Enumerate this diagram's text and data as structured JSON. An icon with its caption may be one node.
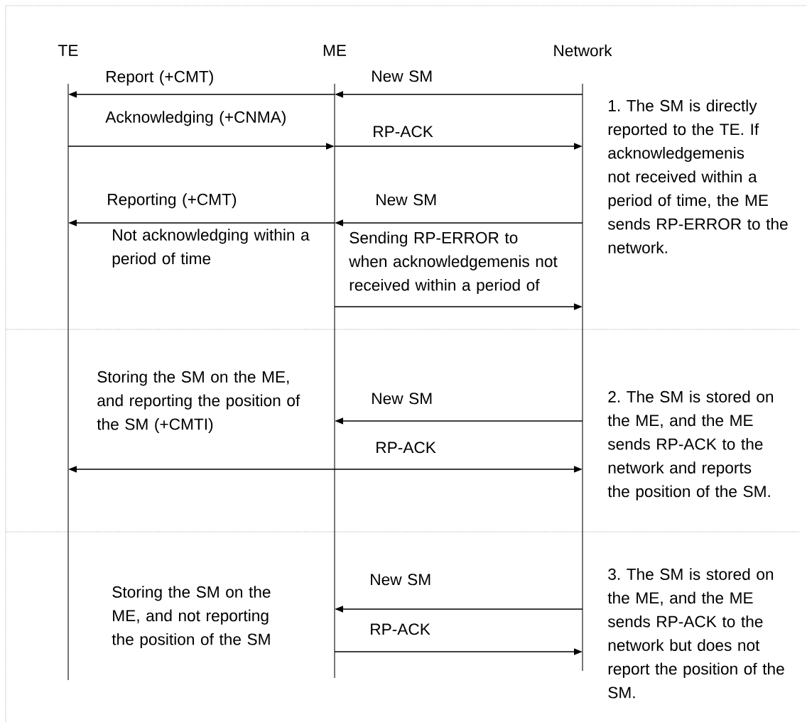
{
  "diagram": {
    "nodes": [
      {
        "text": [
          "TE"
        ]
      },
      {
        "text": [
          "ME"
        ]
      },
      {
        "text": [
          "Network"
        ]
      }
    ],
    "edges": [
      {
        "from": 1,
        "to": 0,
        "arrow": "to",
        "label": "Report (+CMT)"
      },
      {
        "from": 2,
        "to": 1,
        "arrow": "to",
        "label": "New SM"
      },
      {
        "from": 0,
        "to": 1,
        "arrow": "to",
        "label": "Acknowledging (+CNMA)"
      },
      {
        "from": 1,
        "to": 2,
        "arrow": "to",
        "label": "RP-ACK"
      },
      {
        "from": 1,
        "to": 0,
        "arrow": "to",
        "label": "Reporting (+CMT)"
      },
      {
        "from": 2,
        "to": 1,
        "arrow": "to",
        "label": "New SM"
      },
      {
        "from": 1,
        "to": 2,
        "arrow": "to",
        "label": "Sending RP-ERROR to when acknowledgemenis not received within a period of"
      },
      {
        "from": 2,
        "to": 1,
        "arrow": "to",
        "label": "New SM"
      },
      {
        "from": 1,
        "to": 0,
        "arrow": "to"
      },
      {
        "from": 1,
        "to": 2,
        "arrow": "to",
        "label": "RP-ACK"
      },
      {
        "from": 2,
        "to": 1,
        "arrow": "to",
        "label": "New SM"
      },
      {
        "from": 1,
        "to": 2,
        "arrow": "to",
        "label": "RP-ACK"
      }
    ],
    "labels": [
      "1. The SM is directly reported to the TE. If acknowledgemenis not received within a period of time, the ME sends RP-ERROR to the network.",
      "Not acknowledging within a period of time",
      "Storing the SM on the ME, and reporting the position of the SM (+CMTI)",
      "2. The SM is stored on the ME, and the ME sends RP-ACK to the network and reports the position of the SM.",
      "3. The SM is stored on the ME, and the ME sends RP-ACK to the network but does not report the position of the SM.",
      "Storing the SM on the ME, and not reporting the position of the SM"
    ]
  }
}
